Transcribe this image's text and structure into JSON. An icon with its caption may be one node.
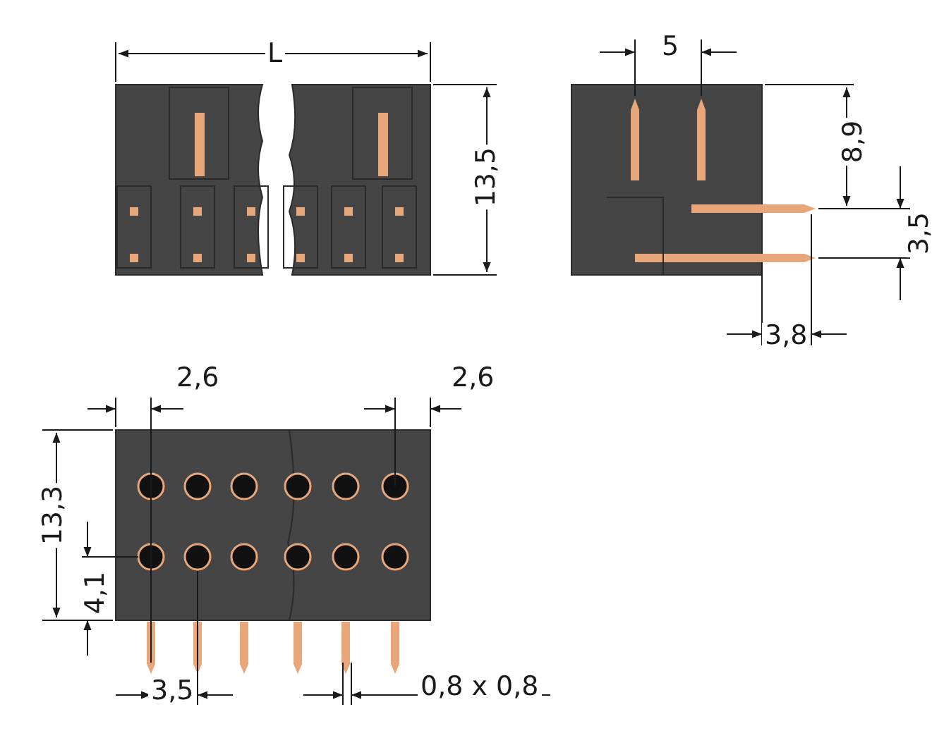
{
  "diagram": {
    "labels": [
      "L",
      "5",
      "13,5",
      "8,9",
      "3,5",
      "3,8",
      "2,6",
      "2,6",
      "13,3",
      "4,1",
      "3,5",
      "0,8 x 0,8"
    ]
  }
}
